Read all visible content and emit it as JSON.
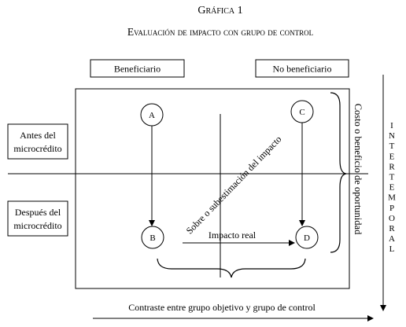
{
  "figure": {
    "label": "Gráfica 1",
    "title": "Evaluación de impacto con grupo de control"
  },
  "columns": {
    "left": "Beneficiario",
    "right": "No beneficiario"
  },
  "rows": {
    "top_line1": "Antes del",
    "top_line2": "microcrédito",
    "bottom_line1": "Después del",
    "bottom_line2": "microcrédito"
  },
  "nodes": {
    "a": "A",
    "b": "B",
    "c": "C",
    "d": "D"
  },
  "labels": {
    "impact": "Impacto real",
    "bias": "Sobre o subestimación del impacto",
    "opportunity": "Costo o beneficio de oportunidad",
    "contrast": "Contraste entre grupo objetivo y grupo de control",
    "intertemporal_letters": [
      "I",
      "N",
      "T",
      "E",
      "R",
      "T",
      "E",
      "M",
      "P",
      "O",
      "R",
      "A",
      "L"
    ]
  }
}
